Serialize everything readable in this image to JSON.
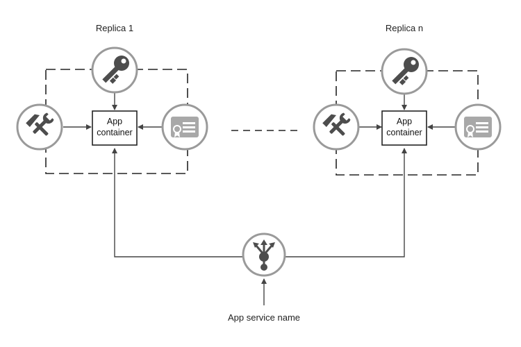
{
  "replicas": [
    {
      "title": "Replica 1",
      "box_line1": "App",
      "box_line2": "container"
    },
    {
      "title": "Replica n",
      "box_line1": "App",
      "box_line2": "container"
    }
  ],
  "service": {
    "label": "App service name"
  },
  "icons": {
    "top": "key-icon",
    "left": "tools-icon",
    "right": "certificate-icon",
    "service": "load-balancer-icon"
  },
  "colors": {
    "circle_stroke": "#9a9a9a",
    "icon_fill": "#4d4d4d",
    "cert_fill": "#a8a8a8",
    "line": "#444444"
  }
}
